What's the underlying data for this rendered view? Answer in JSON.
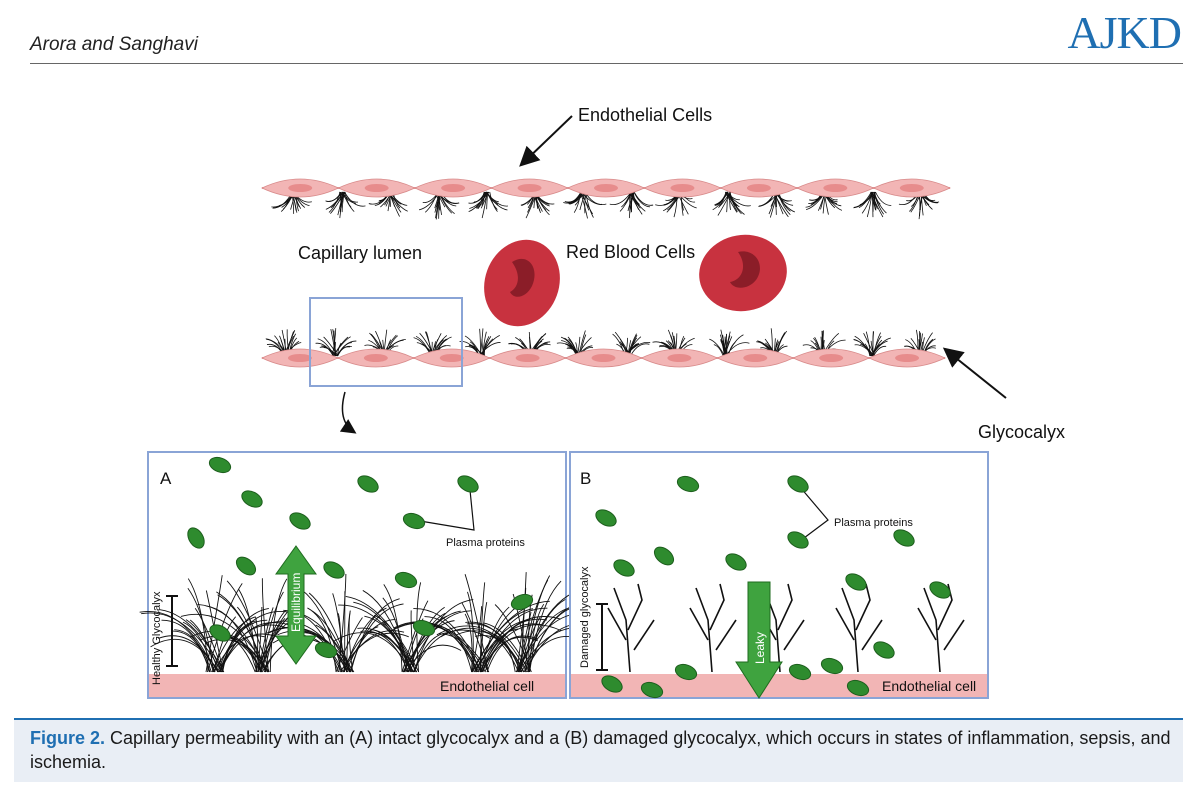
{
  "header": {
    "authors": "Arora and Sanghavi",
    "logo": "AJKD"
  },
  "colors": {
    "accent": "#1f6fb2",
    "endothelium": "#f2b5b5",
    "rbc": "#c8323f",
    "protein": "#2e8b2e",
    "box_border": "#8aa4d6"
  },
  "figure": {
    "top_labels": {
      "endothelial_cells": "Endothelial Cells",
      "capillary_lumen": "Capillary lumen",
      "red_blood_cells": "Red Blood Cells",
      "glycocalyx": "Glycocalyx"
    },
    "panel_a": {
      "letter": "A",
      "plasma_proteins": "Plasma proteins",
      "glycocalyx_label": "Healthy Glycocalyx",
      "arrow_label": "Equilibrium",
      "cell_label": "Endothelial cell"
    },
    "panel_b": {
      "letter": "B",
      "plasma_proteins": "Plasma proteins",
      "glycocalyx_label": "Damaged glycocalyx",
      "arrow_label": "Leaky",
      "cell_label": "Endothelial cell"
    }
  },
  "caption": {
    "label": "Figure 2.",
    "text": " Capillary permeability with an (A) intact glycocalyx and a (B) damaged glycocalyx, which occurs in states of inflammation, sepsis, and ischemia."
  }
}
